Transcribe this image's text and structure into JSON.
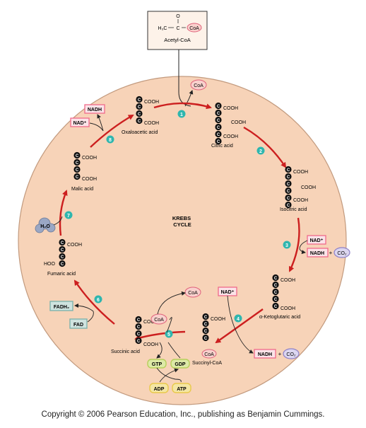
{
  "title": "KREBS CYCLE",
  "acetyl": {
    "h3c": "H₃C",
    "c": "C",
    "o": "O",
    "coa": "CoA",
    "name": "Acetyl-CoA"
  },
  "molecules": {
    "oxaloacetic": {
      "name": "Oxaloacetic acid",
      "top": "COOH",
      "bottom": "COOH"
    },
    "citric": {
      "name": "Citric acid",
      "top": "COOH",
      "mid": "COOH",
      "bottom": "COOH"
    },
    "isocitric": {
      "name": "Isocitric acid",
      "top": "COOH",
      "mid": "COOH",
      "bottom": "COOH"
    },
    "ketoglutaric": {
      "name": "α-Ketoglutaric acid",
      "top": "COOH",
      "bottom": "COOH"
    },
    "succinyl": {
      "name": "Succinyl-CoA",
      "top": "COOH",
      "coa": "CoA"
    },
    "succinic": {
      "name": "Succinic acid",
      "top": "COOH",
      "bottom": "COOH"
    },
    "fumaric": {
      "name": "Fumaric acid",
      "top": "COOH",
      "left": "HOO"
    },
    "malic": {
      "name": "Malic acid",
      "top": "COOH",
      "bottom": "COOH"
    }
  },
  "carbon": "C",
  "cofactors": {
    "coa_step1": "CoA",
    "nadh_8": "NADH",
    "nad_8": "NAD⁺",
    "h2o": "H₂O",
    "nad_3": "NAD⁺",
    "nadh_3": "NADH",
    "co2_3": "CO₂",
    "nad_4": "NAD⁺",
    "nadh_4": "NADH",
    "plus_3": "+",
    "plus_4": "+",
    "co2_4": "CO₂",
    "coa_out5": "CoA",
    "coa_in5": "CoA",
    "gtp": "GTP",
    "gdp": "GDP",
    "adp": "ADP",
    "atp": "ATP",
    "fadh2": "FADH₂",
    "fad": "FAD"
  },
  "steps": [
    "1",
    "2",
    "3",
    "4",
    "5",
    "6",
    "7",
    "8"
  ],
  "colors": {
    "circle": "#f7d3b8",
    "arrow": "#cc1f1f",
    "badge": "#2fb6ae",
    "nad": "#f06a8a",
    "co2": "#8d80c8",
    "fad": "#7fb3ac",
    "gtp": "#b7cf5b",
    "atp": "#e8c84a"
  },
  "copyright": "Copyright © 2006 Pearson Education, Inc., publishing as Benjamin Cummings."
}
